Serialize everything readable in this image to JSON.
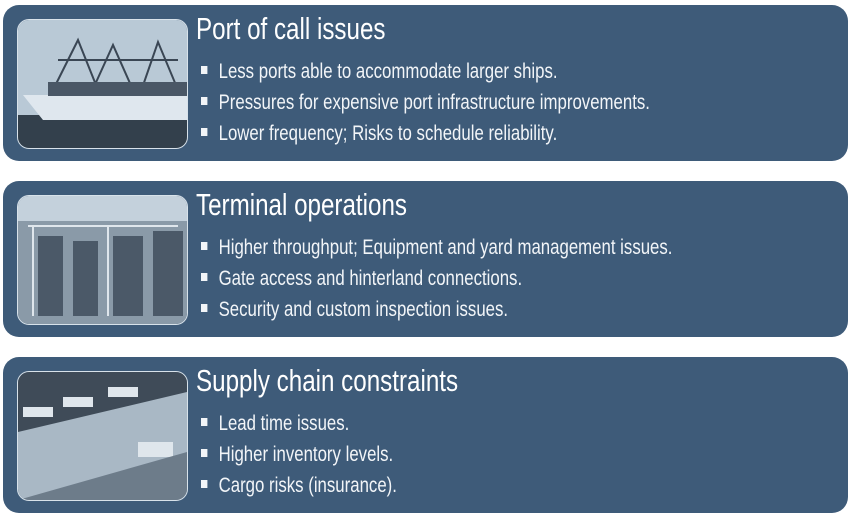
{
  "sections": [
    {
      "title": "Port of call issues",
      "image": "container-ship-at-port",
      "bullets": [
        "Less ports able to accommodate larger ships.",
        "Pressures for expensive port infrastructure improvements.",
        "Lower frequency; Risks to schedule reliability."
      ]
    },
    {
      "title": "Terminal operations",
      "image": "container-terminal-yard",
      "bullets": [
        "Higher throughput; Equipment and yard management issues.",
        "Gate access and hinterland connections.",
        "Security and custom inspection issues."
      ]
    },
    {
      "title": "Supply chain constraints",
      "image": "container-trains-and-truck",
      "bullets": [
        "Lead time issues.",
        "Higher inventory levels.",
        "Cargo risks (insurance)."
      ]
    }
  ],
  "colors": {
    "panel": "#3e5b79",
    "text": "#ffffff"
  }
}
